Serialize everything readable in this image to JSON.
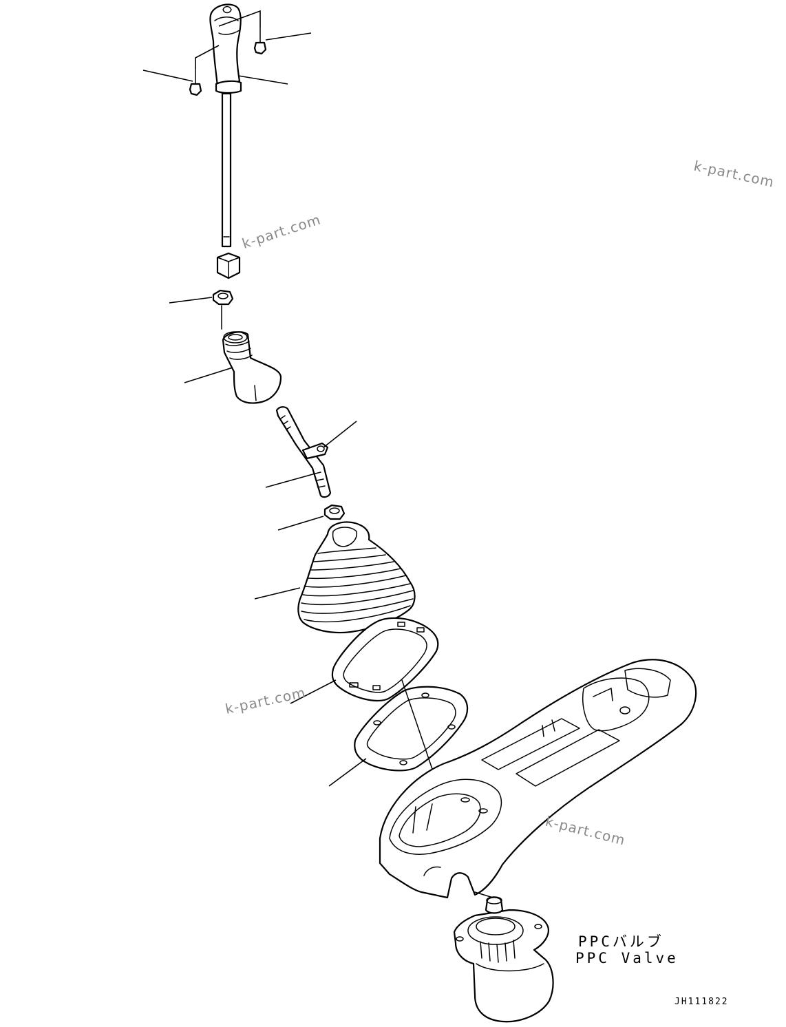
{
  "labels": {
    "ppc_valve_ja": "PPCバルブ",
    "ppc_valve_en": "PPC Valve",
    "drawing_code": "JH111822"
  },
  "watermarks": [
    "k-part.com",
    "k-part.com",
    "k-part.com",
    "k-part.com"
  ],
  "colors": {
    "line": "#000000",
    "background": "#ffffff",
    "watermark": "#8a8a8a"
  }
}
